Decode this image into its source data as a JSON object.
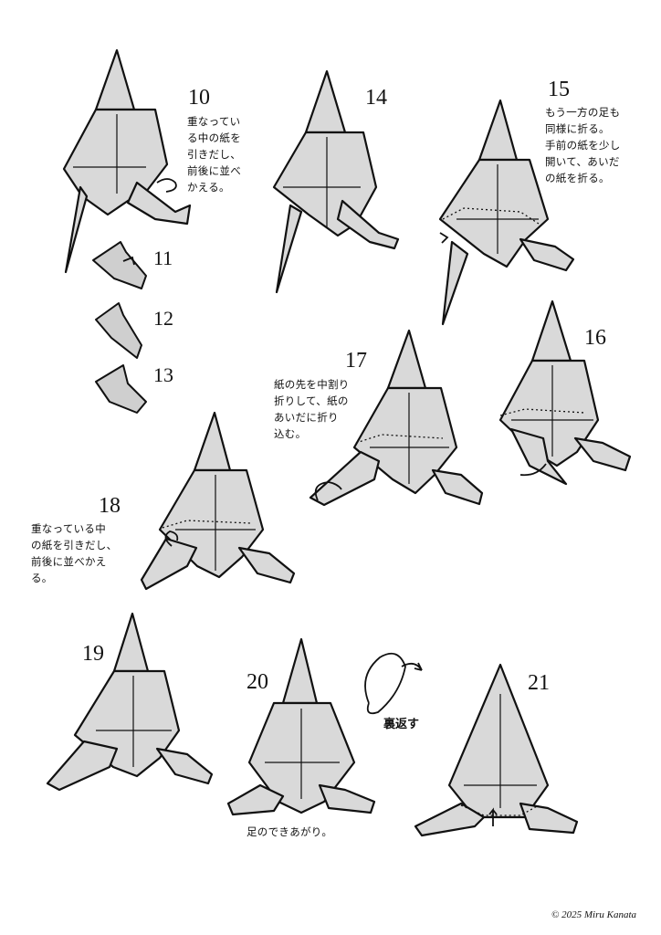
{
  "steps": [
    {
      "id": "10",
      "number": "10",
      "note": "重なってい\nる中の紙を\n引きだし、\n前後に並べ\nかえる。"
    },
    {
      "id": "11",
      "number": "11",
      "note": ""
    },
    {
      "id": "12",
      "number": "12",
      "note": ""
    },
    {
      "id": "13",
      "number": "13",
      "note": ""
    },
    {
      "id": "14",
      "number": "14",
      "note": ""
    },
    {
      "id": "15",
      "number": "15",
      "note": "もう一方の足も\n同様に折る。\n手前の紙を少し\n開いて、あいだ\nの紙を折る。"
    },
    {
      "id": "16",
      "number": "16",
      "note": ""
    },
    {
      "id": "17",
      "number": "17",
      "note": "紙の先を中割り\n折りして、紙の\nあいだに折り\n込む。"
    },
    {
      "id": "18",
      "number": "18",
      "note": "重なっている中\nの紙を引きだし、\n前後に並べかえ\nる。"
    },
    {
      "id": "19",
      "number": "19",
      "note": ""
    },
    {
      "id": "20",
      "number": "20",
      "note": "足のできあがり。"
    },
    {
      "id": "21",
      "number": "21",
      "note": ""
    }
  ],
  "turn_over_label": "裏返す",
  "copyright": "© 2025 Miru Kanata"
}
